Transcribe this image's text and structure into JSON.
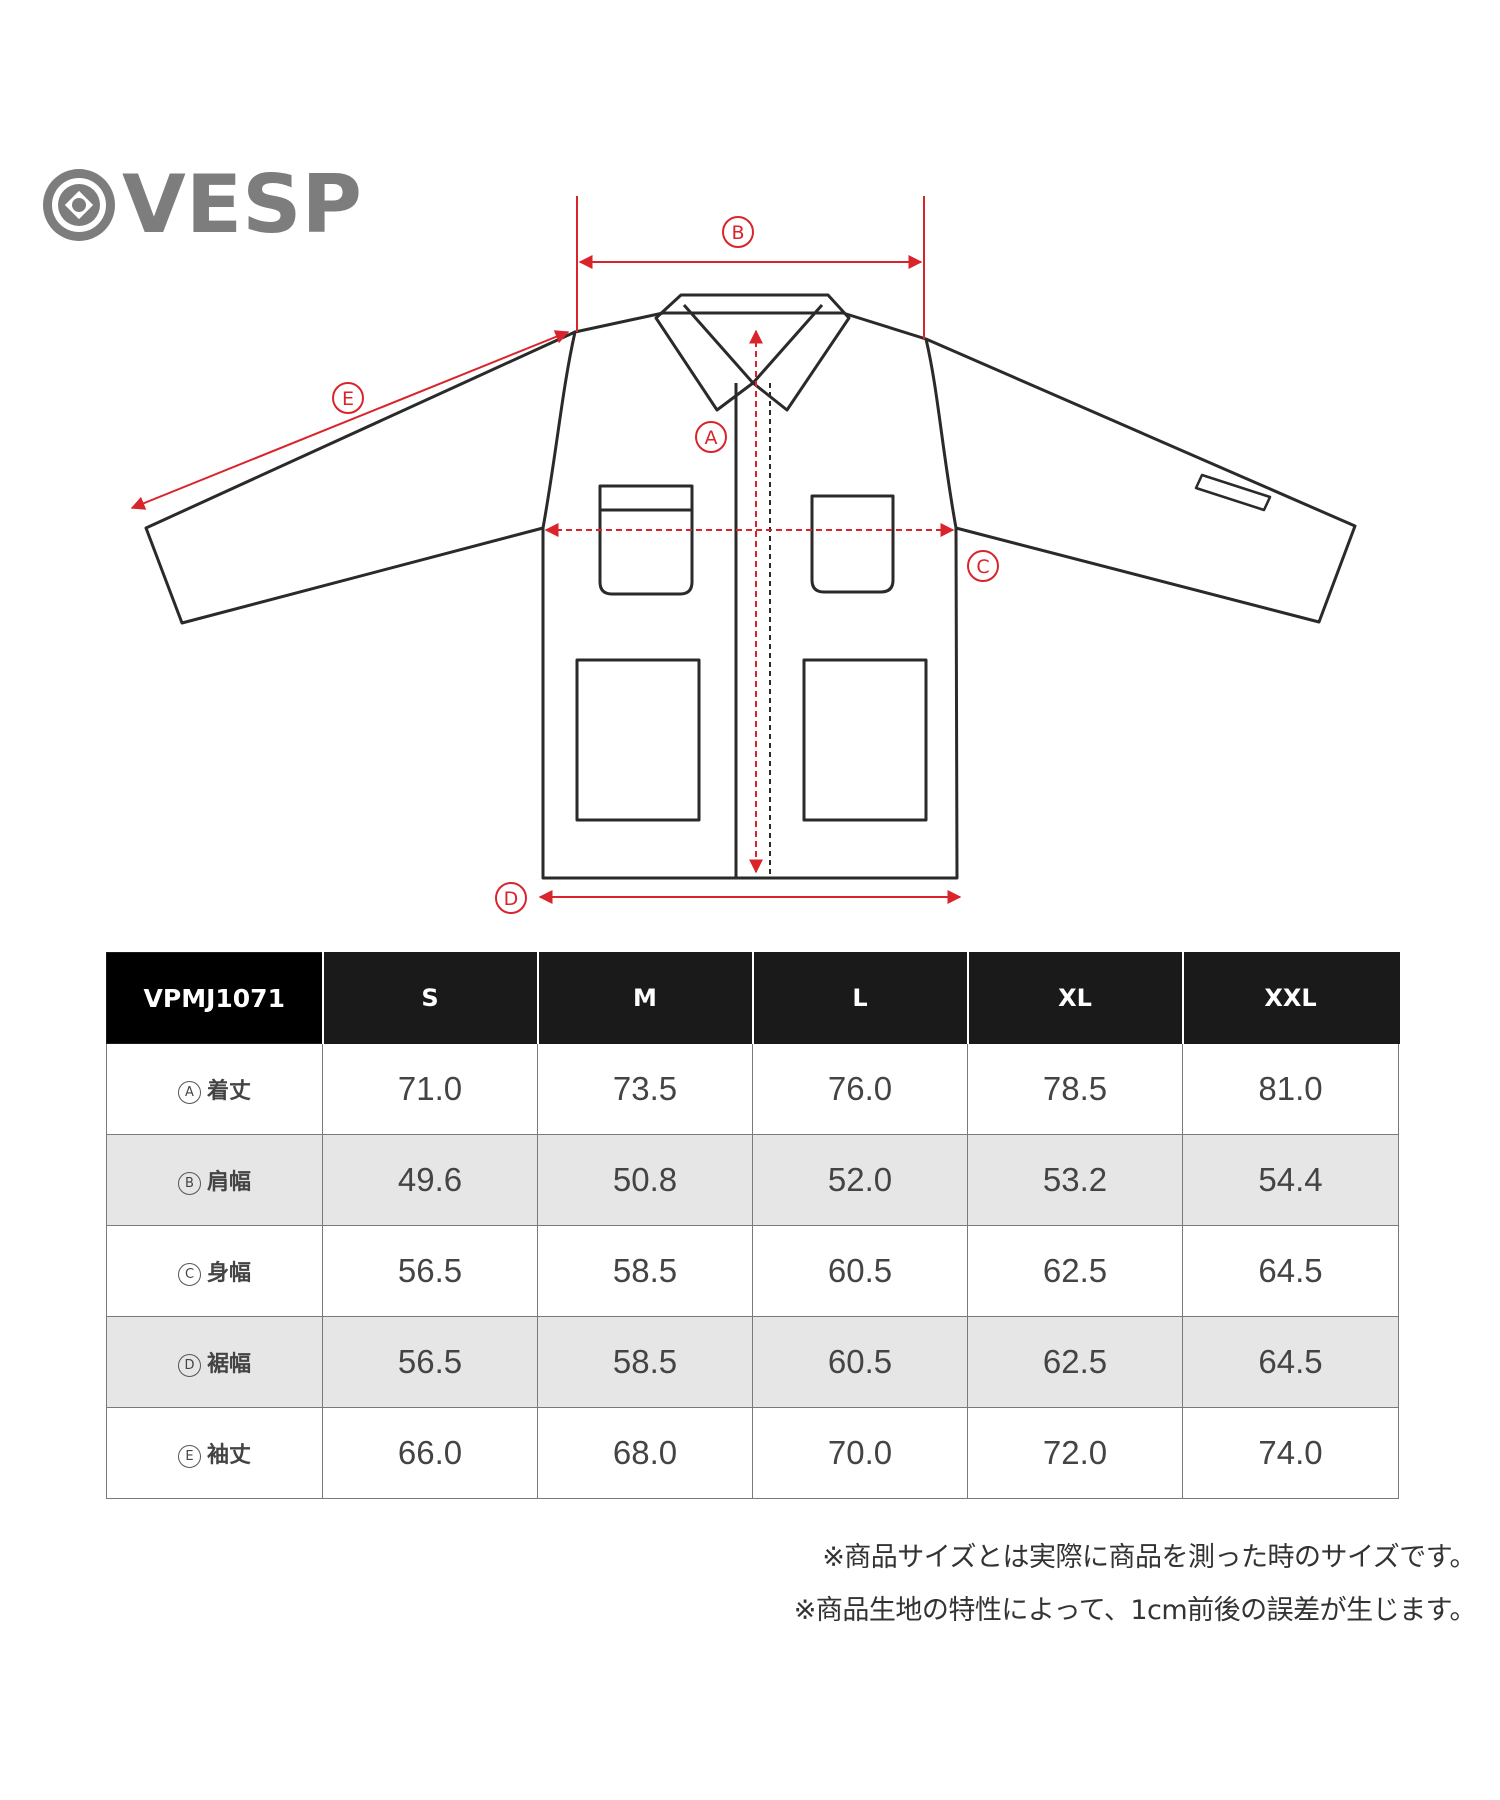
{
  "brand": {
    "name": "VESP"
  },
  "diagram": {
    "labels": {
      "a": "A",
      "b": "B",
      "c": "C",
      "d": "D",
      "e": "E"
    },
    "colors": {
      "outline": "#2a2a2a",
      "dimension": "#d9242b"
    }
  },
  "table": {
    "model": "VPMJ1071",
    "sizes": [
      "S",
      "M",
      "L",
      "XL",
      "XXL"
    ],
    "rows": [
      {
        "marker": "A",
        "label": "着丈",
        "values": [
          "71.0",
          "73.5",
          "76.0",
          "78.5",
          "81.0"
        ]
      },
      {
        "marker": "B",
        "label": "肩幅",
        "values": [
          "49.6",
          "50.8",
          "52.0",
          "53.2",
          "54.4"
        ]
      },
      {
        "marker": "C",
        "label": "身幅",
        "values": [
          "56.5",
          "58.5",
          "60.5",
          "62.5",
          "64.5"
        ]
      },
      {
        "marker": "D",
        "label": "裾幅",
        "values": [
          "56.5",
          "58.5",
          "60.5",
          "62.5",
          "64.5"
        ]
      },
      {
        "marker": "E",
        "label": "袖丈",
        "values": [
          "66.0",
          "68.0",
          "70.0",
          "72.0",
          "74.0"
        ]
      }
    ]
  },
  "notes": [
    "※商品サイズとは実際に商品を測った時のサイズです。",
    "※商品生地の特性によって、1cm前後の誤差が生じます。"
  ]
}
